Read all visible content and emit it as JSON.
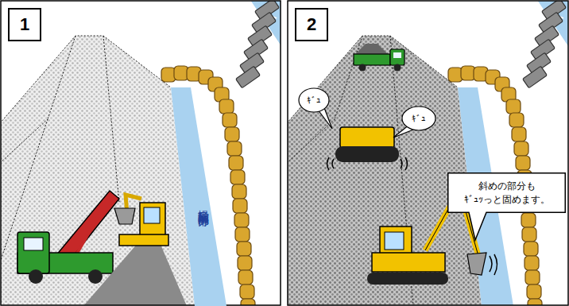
{
  "diagram": {
    "nodes": [
      {
        "text": [
          "1"
        ]
      },
      {
        "text": [
          "堤防足元掘削部分"
        ]
      },
      {
        "text": [
          "2"
        ]
      },
      {
        "text": [
          "ｷﾞｭ"
        ]
      },
      {
        "text": [
          "ｷﾞｭ"
        ]
      },
      {
        "text": [
          "斜めの部分も ｷﾞｭｯっと固めます。"
        ]
      }
    ]
  }
}
